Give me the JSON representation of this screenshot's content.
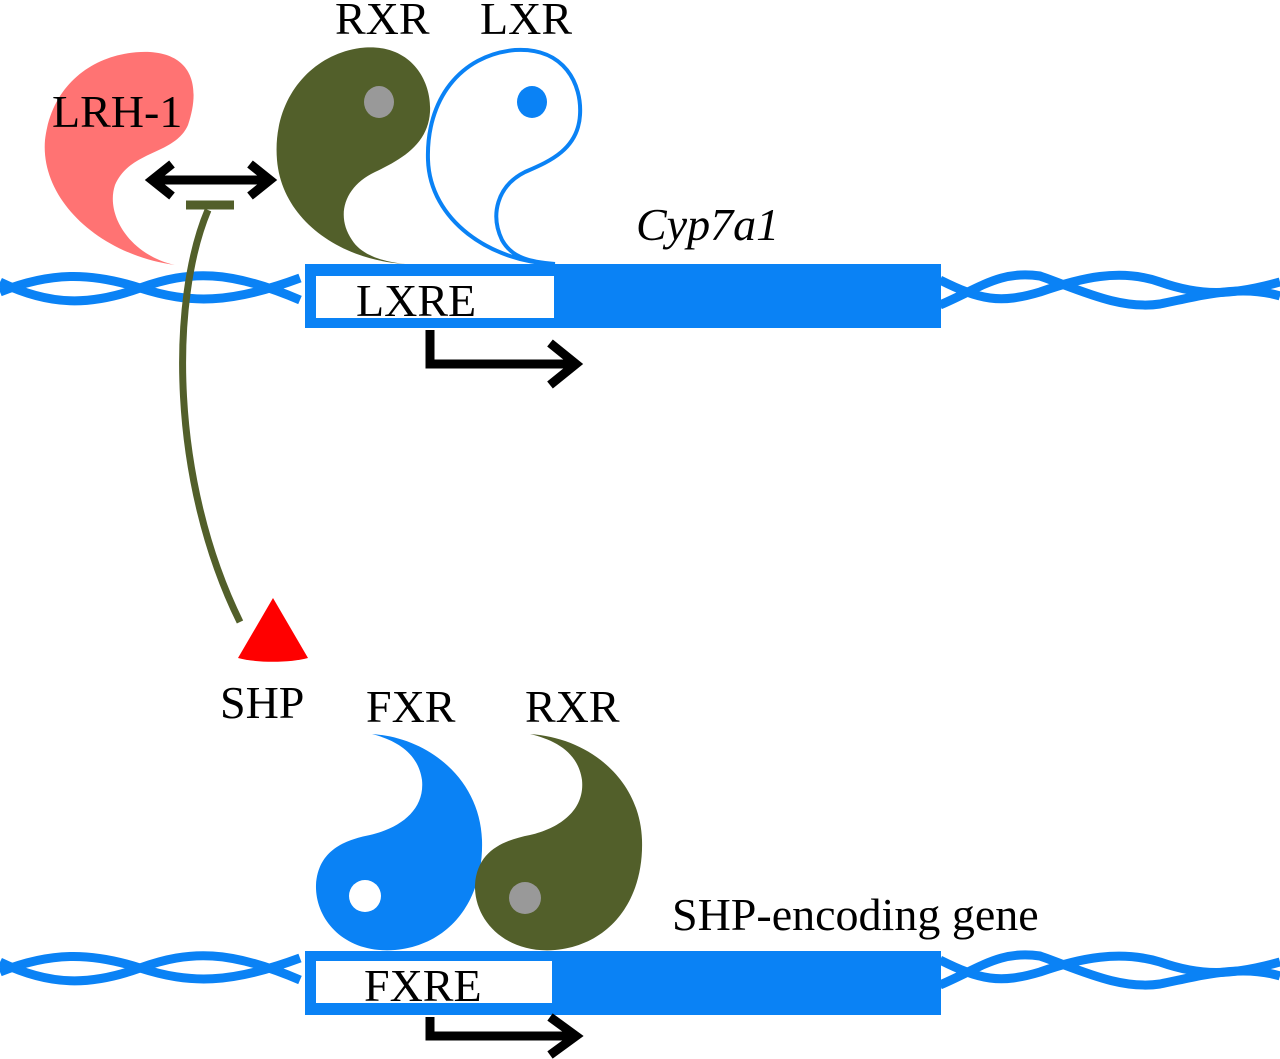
{
  "colors": {
    "dna": "#0a82f5",
    "rxr": "#525f2a",
    "lrh1": "#ff7373",
    "shp": "#ff0000",
    "ligand_gray": "#999999",
    "arrow": "#000000"
  },
  "top_gene": {
    "gene_name": "Cyp7a1",
    "response_element": "LXRE",
    "proteins": {
      "lrh1": "LRH-1",
      "rxr": "RXR",
      "lxr": "LXR"
    }
  },
  "bottom_gene": {
    "gene_name": "SHP-encoding gene",
    "response_element": "FXRE",
    "proteins": {
      "fxr": "FXR",
      "rxr": "RXR"
    }
  },
  "shp_label": "SHP"
}
